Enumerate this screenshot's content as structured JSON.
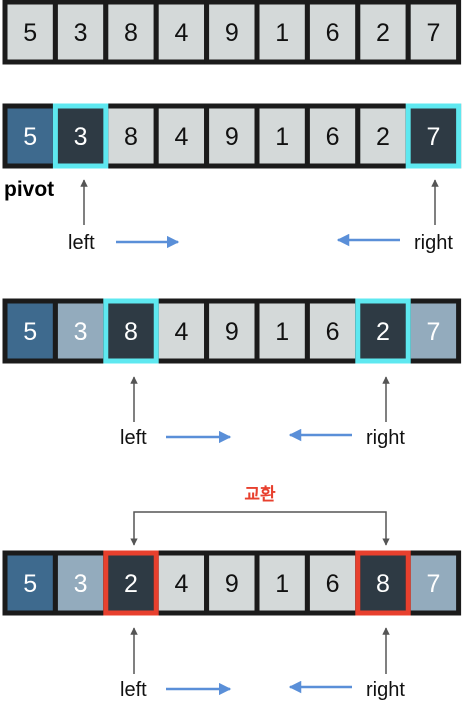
{
  "rows": [
    {
      "values": [
        "5",
        "3",
        "8",
        "4",
        "9",
        "1",
        "6",
        "2",
        "7"
      ],
      "states": [
        "n",
        "n",
        "n",
        "n",
        "n",
        "n",
        "n",
        "n",
        "n"
      ]
    },
    {
      "values": [
        "5",
        "3",
        "8",
        "4",
        "9",
        "1",
        "6",
        "2",
        "7"
      ],
      "states": [
        "pivot",
        "active",
        "n",
        "n",
        "n",
        "n",
        "n",
        "n",
        "active"
      ]
    },
    {
      "values": [
        "5",
        "3",
        "8",
        "4",
        "9",
        "1",
        "6",
        "2",
        "7"
      ],
      "states": [
        "pivot",
        "done",
        "active",
        "n",
        "n",
        "n",
        "n",
        "active",
        "done"
      ]
    },
    {
      "values": [
        "5",
        "3",
        "2",
        "4",
        "9",
        "1",
        "6",
        "8",
        "7"
      ],
      "states": [
        "pivot",
        "done",
        "swapped",
        "n",
        "n",
        "n",
        "n",
        "swapped",
        "done"
      ]
    }
  ],
  "labels": {
    "pivot": "pivot",
    "left": "left",
    "right": "right",
    "swap": "교환"
  },
  "colors": {
    "normal_fill": "#d4d9d9",
    "pivot_fill": "#3e6a8e",
    "done_fill": "#93abbd",
    "active_fill": "#2e3a44",
    "cyan_border": "#5ee8f0",
    "red_border": "#e8402e",
    "arrow_blue": "#5a8fd8",
    "pointer_gray": "#555555"
  }
}
